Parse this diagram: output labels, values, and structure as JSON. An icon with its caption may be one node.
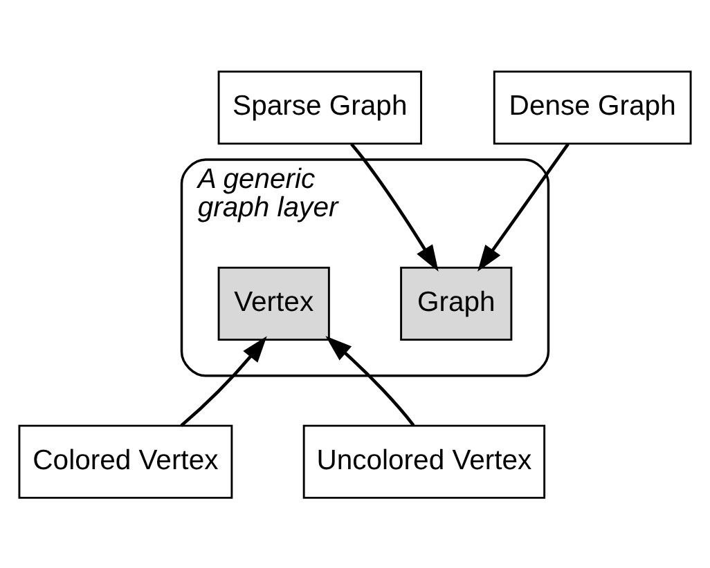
{
  "diagram": {
    "nodes": [
      {
        "text": [
          "Sparse Graph"
        ]
      },
      {
        "text": [
          "Dense Graph"
        ]
      },
      {
        "text": [
          "A generic graph layer"
        ]
      },
      {
        "text": [
          "Graph"
        ],
        "in": 2
      },
      {
        "text": [
          "Vertex"
        ],
        "in": 2
      },
      {
        "text": [
          "Colored Vertex"
        ]
      },
      {
        "text": [
          "Uncolored Vertex"
        ]
      }
    ],
    "edges": [
      {
        "from": 0,
        "to": 3,
        "arrow": "to"
      },
      {
        "from": 1,
        "to": 3,
        "arrow": "to"
      },
      {
        "from": 5,
        "to": 4,
        "arrow": "to"
      },
      {
        "from": 6,
        "to": 4,
        "arrow": "to"
      }
    ]
  }
}
